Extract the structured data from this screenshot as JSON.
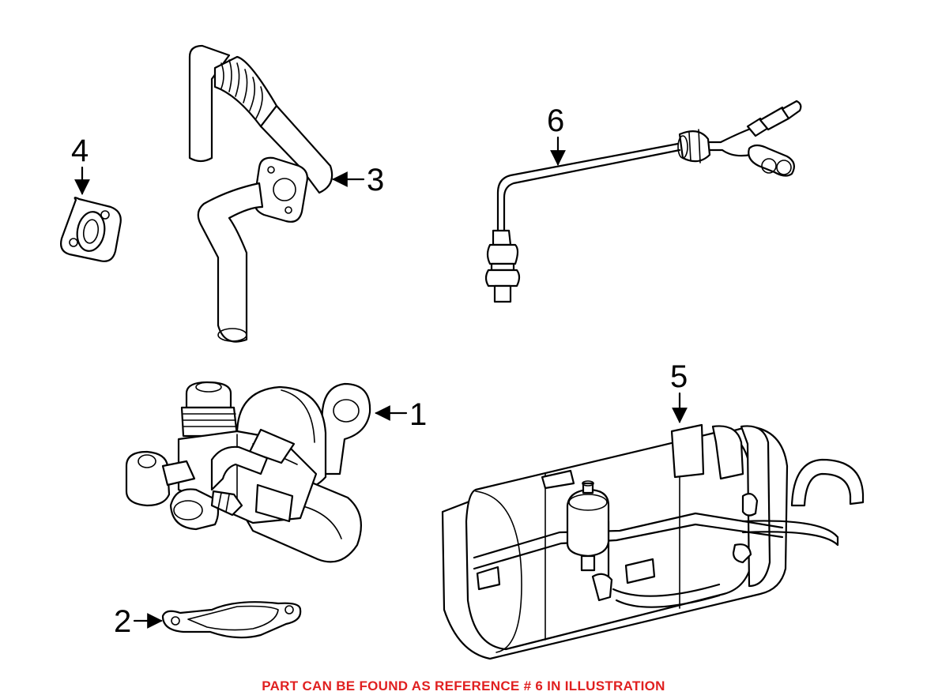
{
  "caption": "PART CAN BE FOUND AS REFERENCE # 6 IN ILLUSTRATION",
  "caption_color": "#e02020",
  "callouts": {
    "c1": "1",
    "c2": "2",
    "c3": "3",
    "c4": "4",
    "c5": "5",
    "c6": "6"
  }
}
